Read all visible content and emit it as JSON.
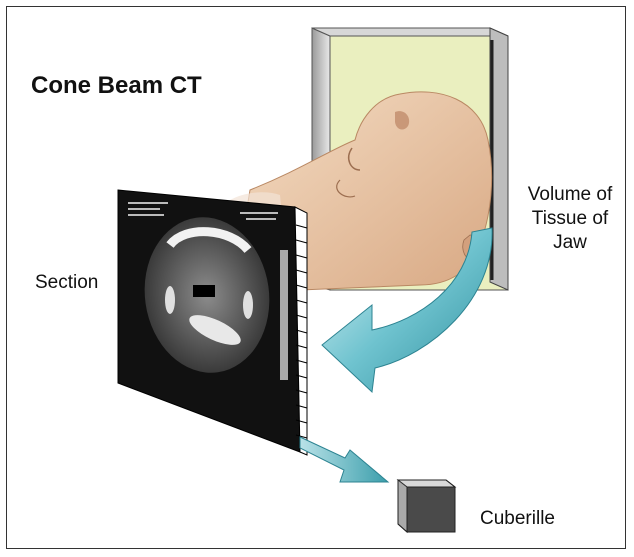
{
  "diagram": {
    "title": "Cone Beam CT",
    "labels": {
      "volume": [
        "Volume of",
        "Tissue of",
        "Jaw"
      ],
      "section": "Section",
      "cuberille": "Cuberille"
    }
  },
  "colors": {
    "border": "#333333",
    "arrow_teal": "#3aa9b7",
    "volume_tint": "#e6ecb4",
    "skin": "#e9c3a0"
  },
  "icons": [
    "volume-box-icon",
    "head-model-icon",
    "ct-slice-icon",
    "cube-icon",
    "curved-arrow-icon",
    "straight-arrow-icon"
  ]
}
